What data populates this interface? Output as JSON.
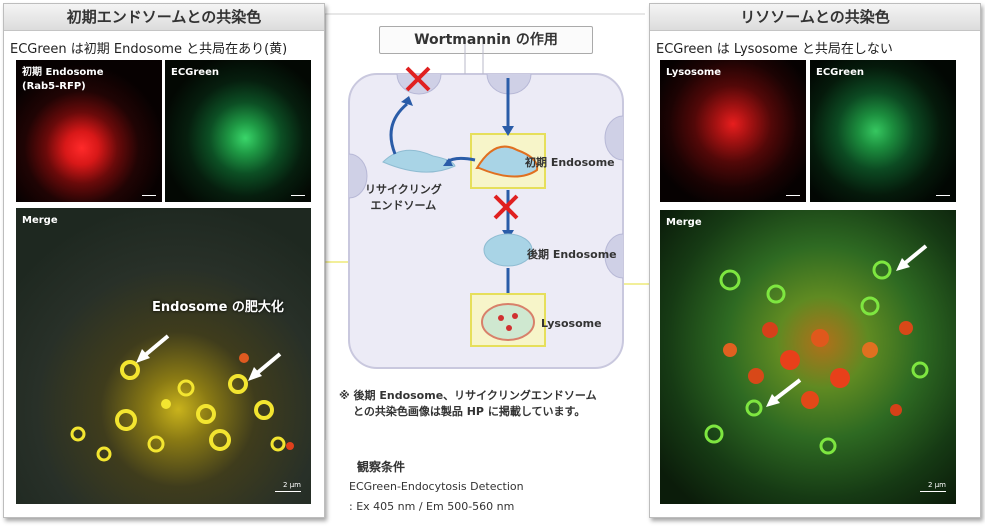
{
  "left": {
    "title": "初期エンドソームとの共染色",
    "caption": "ECGreen は初期 Endosome と共局在あり(黄)",
    "img1_label": "初期 Endosome",
    "img1_sublabel": "(Rab5-RFP)",
    "img2_label": "ECGreen",
    "merge_label": "Merge",
    "annotation": "Endosome の肥大化",
    "scale": "2 μm"
  },
  "right": {
    "title": "リソソームとの共染色",
    "caption": "ECGreen は Lysosome と共局在しない",
    "img1_label": "Lysosome",
    "img2_label": "ECGreen",
    "merge_label": "Merge",
    "scale": "2 μm"
  },
  "center": {
    "title": "Wortmannin の作用",
    "early_endosome": "初期 Endosome",
    "late_endosome": "後期 Endosome",
    "lysosome": "Lysosome",
    "recycling_line1": "リサイクリング",
    "recycling_line2": "エンドソーム",
    "note_line1": "※ 後期 Endosome、リサイクリングエンドソーム",
    "note_line2": "との共染色画像は製品 HP に掲載しています。",
    "conditions_title": "観察条件",
    "conditions_line1": "ECGreen-Endocytosis Detection",
    "conditions_line2": ": Ex 405 nm / Em 500-560 nm"
  },
  "colors": {
    "cell_fill": "#ecebf6",
    "endosome_blue": "#a9d4e6",
    "arrow_blue": "#2a5ca8",
    "cross_red": "#e02020",
    "highlight_yellow": "#f2ef9a"
  }
}
